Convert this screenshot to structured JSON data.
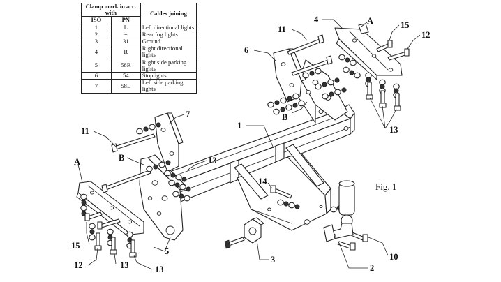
{
  "legend": {
    "header_clamp_mark": "Clamp mark in acc. with",
    "header_cables": "Cables joining",
    "col_iso": "ISO",
    "col_pn": "PN",
    "rows": [
      {
        "iso": "1",
        "pn": "L",
        "desc": "Left directional lights"
      },
      {
        "iso": "2",
        "pn": "+",
        "desc": "Rear fog lights"
      },
      {
        "iso": "3",
        "pn": "31",
        "desc": "Ground"
      },
      {
        "iso": "4",
        "pn": "R",
        "desc": "Right directional lights"
      },
      {
        "iso": "5",
        "pn": "58R",
        "desc": "Right side parking lights"
      },
      {
        "iso": "6",
        "pn": "54",
        "desc": "Stoplights"
      },
      {
        "iso": "7",
        "pn": "58L",
        "desc": "Left side parking lights"
      }
    ]
  },
  "figure_label": "Fig. 1",
  "callouts": {
    "c1": "1",
    "c2": "2",
    "c3": "3",
    "c4": "4",
    "c5": "5",
    "c6": "6",
    "c7": "7",
    "c10": "10",
    "c11_top": "11",
    "c11_left": "11",
    "c12_top": "12",
    "c12_bottom": "12",
    "c13_right": "13",
    "c13_mid": "13",
    "c13_bl1": "13",
    "c13_bl2": "13",
    "c14": "14",
    "c15_top": "15",
    "c15_left": "15",
    "a_top": "A",
    "a_left": "A",
    "b_right": "B",
    "b_left": "B"
  }
}
